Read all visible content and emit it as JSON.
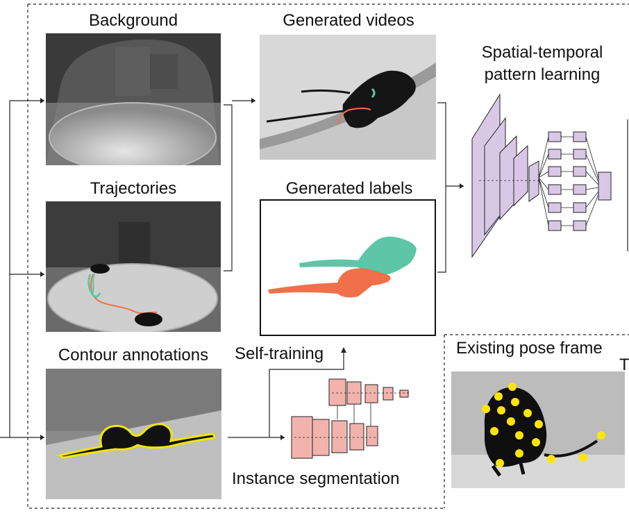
{
  "labels": {
    "background": "Background",
    "trajectories": "Trajectories",
    "contour": "Contour annotations",
    "generated_videos": "Generated videos",
    "generated_labels": "Generated labels",
    "spatial_line1": "Spatial-temporal",
    "spatial_line2": "pattern learning",
    "self_training": "Self-training",
    "instance_segmentation": "Instance segmentation",
    "existing_pose": "Existing pose frame",
    "cut_letter": "T"
  },
  "colors": {
    "mouse_teal": "#5cc6a7",
    "mouse_orange": "#f0704a",
    "contour_yellow": "#f2e600",
    "pose_dot": "#ffe600",
    "network_purple": "#d8c8e6",
    "network_pink": "#f3b3ad"
  }
}
